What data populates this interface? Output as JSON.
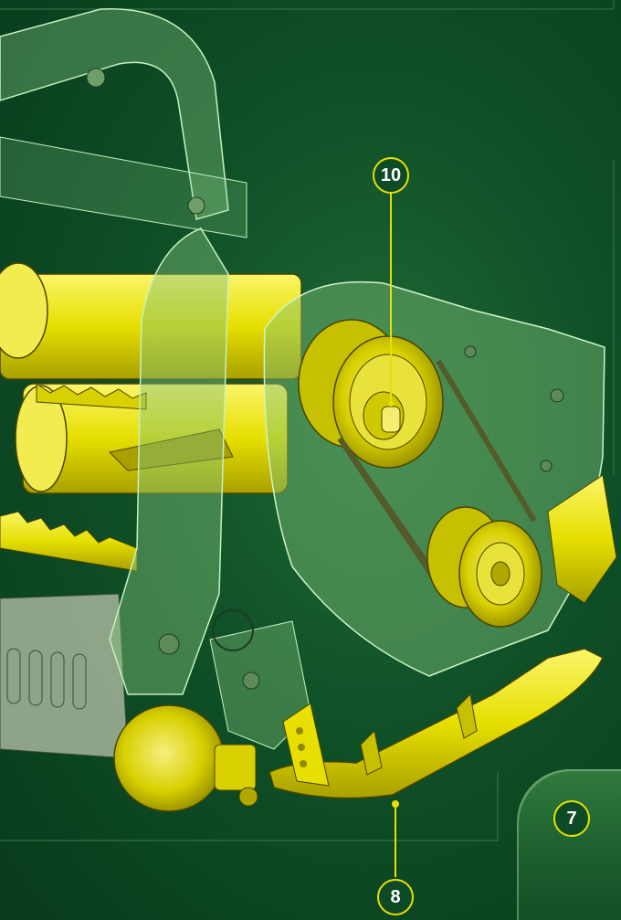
{
  "callouts": {
    "belt_pulley": "10",
    "skid_shoe": "8",
    "side_tab": "7"
  },
  "colors": {
    "background": "#0d4a26",
    "machine_yellow": "#e8e000",
    "transparent_guard": "#7fbf7a",
    "callout_border": "#e8e000"
  }
}
